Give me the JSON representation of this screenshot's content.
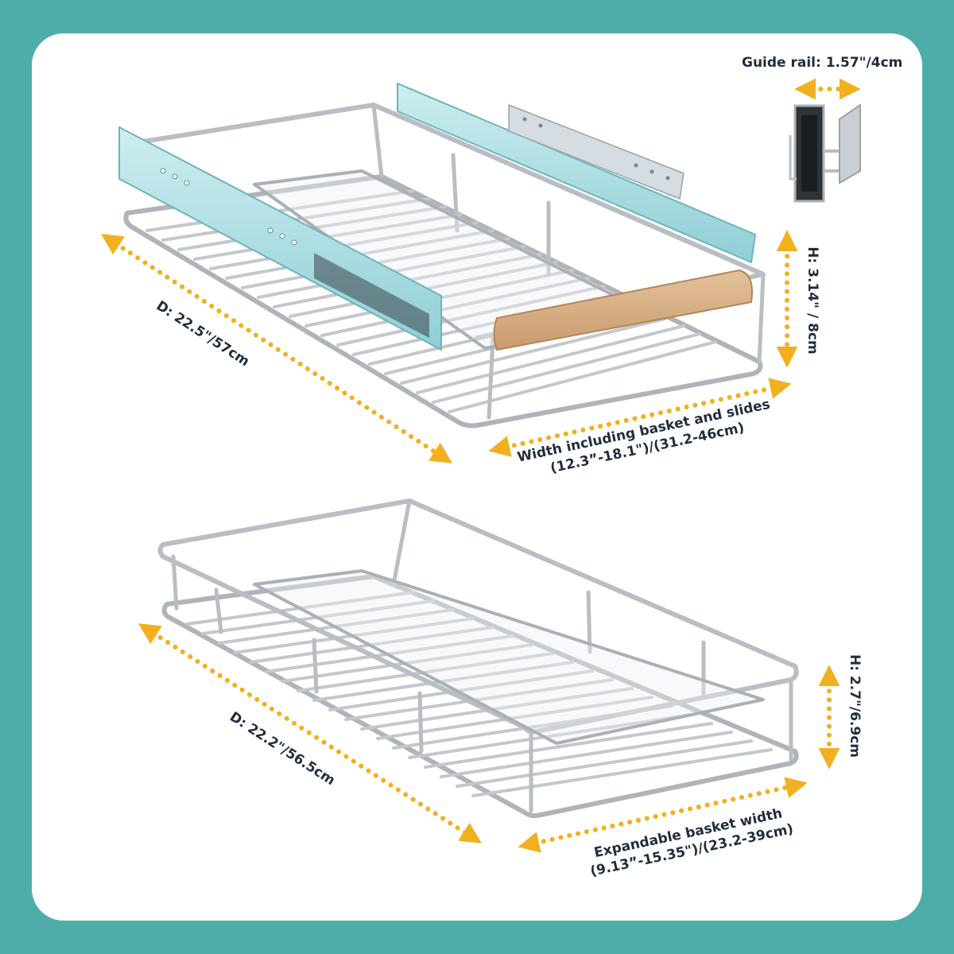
{
  "guide_rail": {
    "label": "Guide rail: 1.57\"/4cm"
  },
  "top_set": {
    "depth_label": "D: 22.5\"/57cm",
    "height_label": "H: 3.14\" / 8cm",
    "width_label_line1": "Width including basket and slides",
    "width_label_line2": "(12.3”-18.1\")/(31.2-46cm)"
  },
  "bottom_set": {
    "depth_label": "D: 22.2\"/56.5cm",
    "height_label": "H: 2.7\"/6.9cm",
    "width_label_line1": "Expandable basket width",
    "width_label_line2": "(9.13”-15.35\")/(23.2-39cm)"
  },
  "colors": {
    "background": "#4fada9",
    "arrow": "#f2b01e",
    "text": "#1f2d3d",
    "chrome": "#b9bec4",
    "rail": "#a8dbe0",
    "handle": "#d9b38a"
  }
}
